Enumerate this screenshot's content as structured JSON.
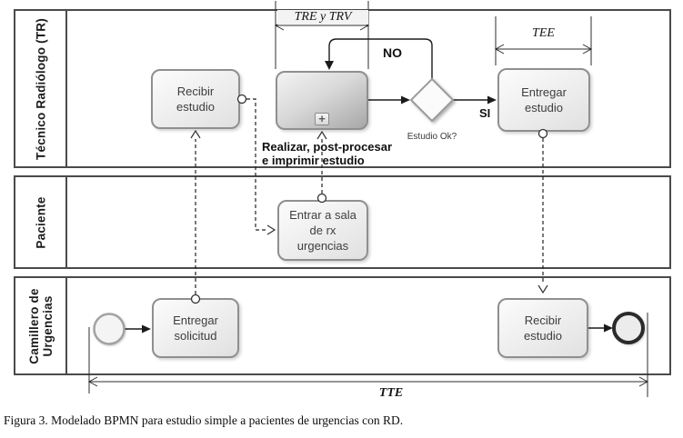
{
  "palette": {
    "lane_border": "#4a4a4a",
    "task_border": "#8f8f8f",
    "task_fill_highlight": "#a7a7a7",
    "line_color": "#1b1b1b"
  },
  "lanes": [
    {
      "label": "Técnico Radiólogo (TR)"
    },
    {
      "label": "Paciente"
    },
    {
      "label": "Camillero de\nUrgencias"
    }
  ],
  "tasks": {
    "recibir_tr": "Recibir\nestudio",
    "entregar_tr": "Entregar\nestudio",
    "entrar_sala": "Entrar a sala\nde rx\nurgencias",
    "entregar_solicitud": "Entregar\nsolicitud",
    "recibir_camillero": "Recibir\nestudio"
  },
  "labels": {
    "realizar": "Realizar, post-procesar\ne imprimir estudio",
    "gateway_question": "Estudio Ok?",
    "no": "NO",
    "si": "SI"
  },
  "measurements": {
    "tre_trv": "TRE y TRV",
    "tee": "TEE",
    "tte": "TTE"
  },
  "icons": {
    "subprocess_marker": "+"
  },
  "caption": "Figura 3. Modelado BPMN para estudio simple a pacientes de urgencias con RD."
}
